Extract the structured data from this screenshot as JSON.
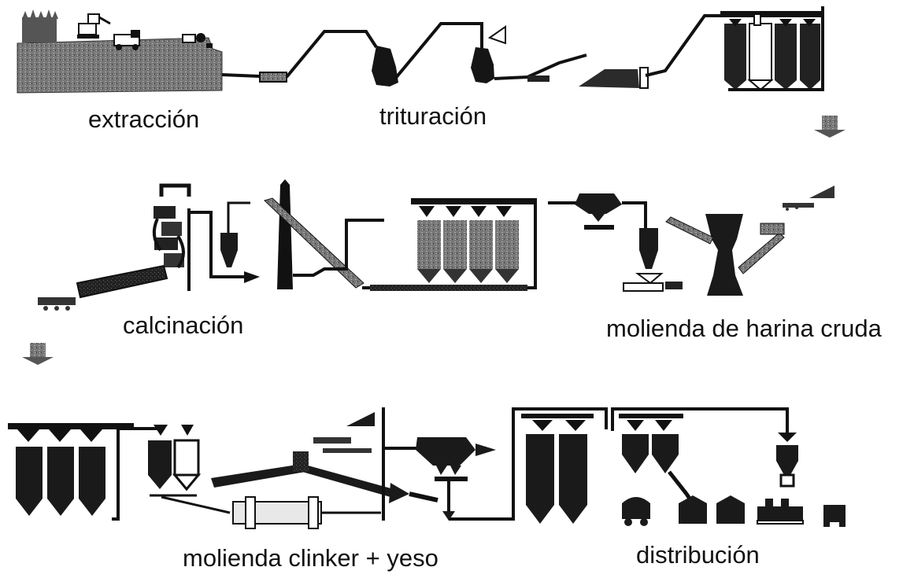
{
  "stages": {
    "extraction": "extracción",
    "crushing": "trituración",
    "calcination": "calcinación",
    "raw_meal_grinding": "molienda de harina cruda",
    "clinker_grinding": "molienda clinker + yeso",
    "distribution": "distribución"
  },
  "colors": {
    "ink": "#111111",
    "dark": "#1a1a1a",
    "ground": "#8a8a8a",
    "ground_dark": "#555555",
    "stockpile": "#3a3a3a",
    "mill_light": "#e8e8e8",
    "background": "#ffffff"
  },
  "icons": [
    "excavator-icon",
    "haul-truck-icon",
    "crusher-icon",
    "conveyor-icon",
    "silo-icon",
    "preheater-tower-icon",
    "rotary-kiln-icon",
    "cyclone-icon",
    "chimney-icon",
    "separator-icon",
    "vertical-mill-icon",
    "ball-mill-icon",
    "rail-wagon-icon",
    "truck-icon",
    "packing-machine-icon",
    "flow-arrow-icon"
  ]
}
